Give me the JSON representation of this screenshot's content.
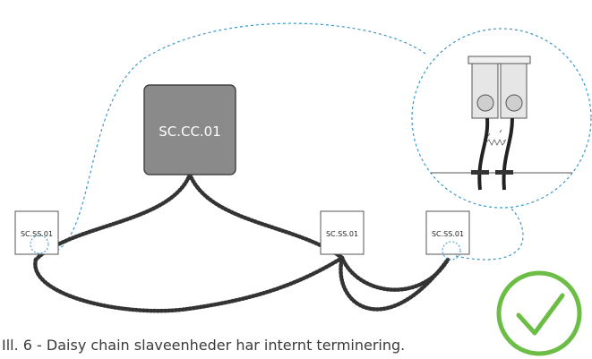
{
  "controller": {
    "label": "SC.CC.01",
    "fill": "#8a8a8a"
  },
  "slaves": [
    {
      "label": "SC.SS.01"
    },
    {
      "label": "SC.SS.01"
    },
    {
      "label": "SC.SS.01"
    }
  ],
  "caption": "Ill. 6 - Daisy chain slaveenheder har internt terminering.",
  "colors": {
    "dashed_link": "#3a98c8",
    "check_mark": "#6cbd45",
    "cable": "#333333"
  },
  "icons": [
    "terminal-block-icon",
    "check-mark-icon",
    "twisted-pair-cable-icon"
  ]
}
